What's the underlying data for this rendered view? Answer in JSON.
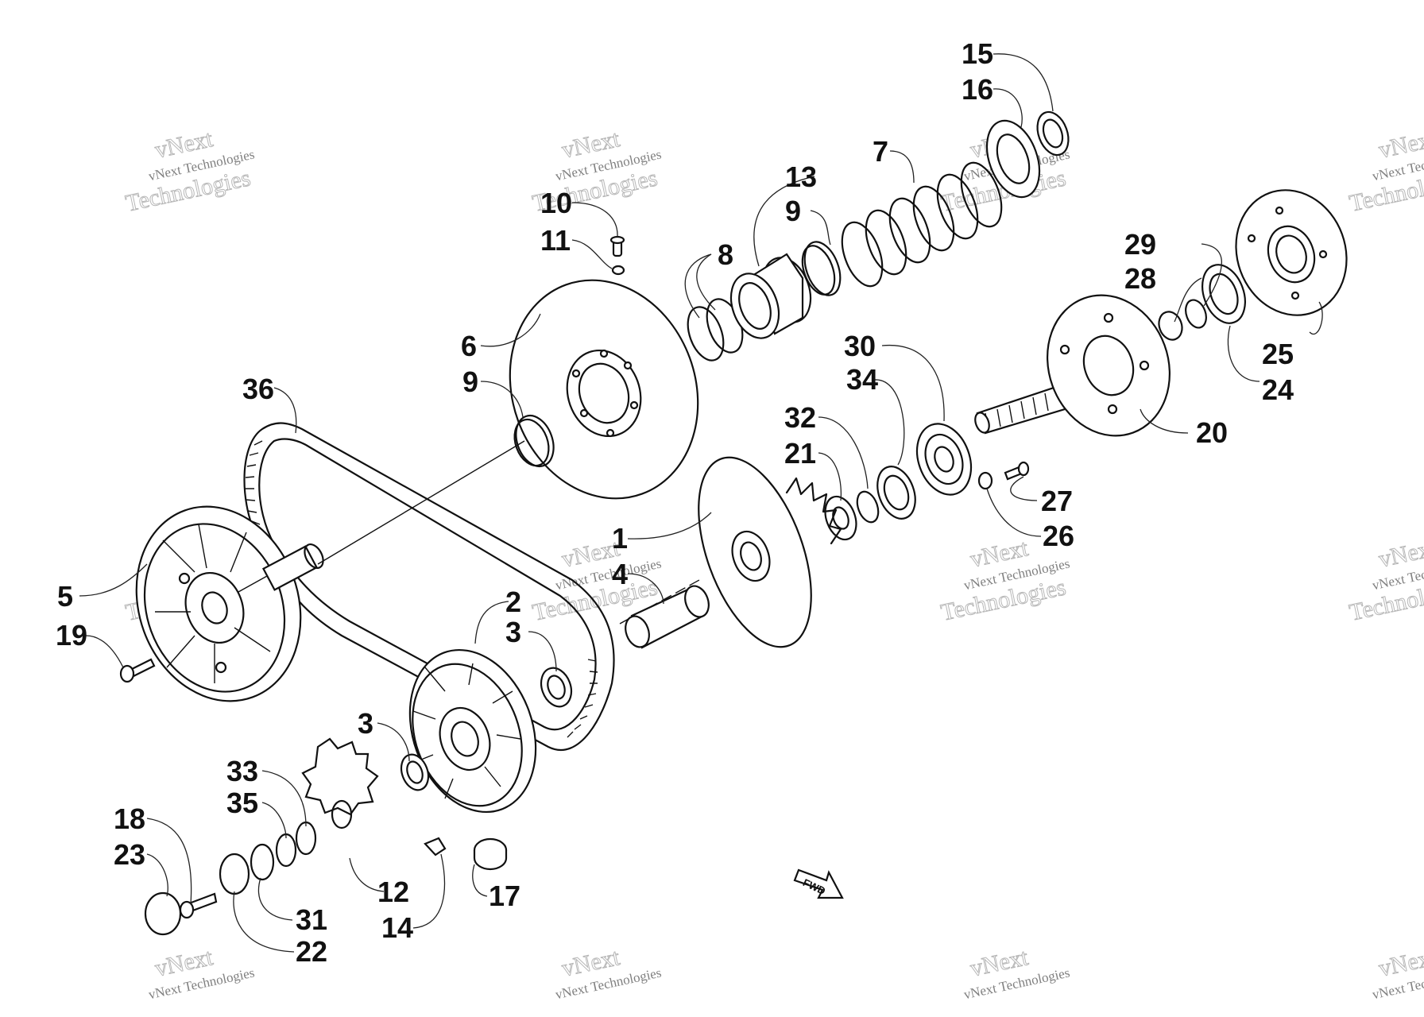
{
  "watermark": {
    "brand": "vNext",
    "line1": "vNext Technologies",
    "line2": "Technologies"
  },
  "fwd_label": "FWD",
  "callouts": {
    "c1": "1",
    "c2": "2",
    "c3a": "3",
    "c3b": "3",
    "c4": "4",
    "c5": "5",
    "c6": "6",
    "c7": "7",
    "c8": "8",
    "c9a": "9",
    "c9b": "9",
    "c10": "10",
    "c11": "11",
    "c12": "12",
    "c13": "13",
    "c14": "14",
    "c15": "15",
    "c16": "16",
    "c17": "17",
    "c18": "18",
    "c19": "19",
    "c20": "20",
    "c21": "21",
    "c22": "22",
    "c23": "23",
    "c24": "24",
    "c25": "25",
    "c26": "26",
    "c27": "27",
    "c28": "28",
    "c29": "29",
    "c30": "30",
    "c31": "31",
    "c32": "32",
    "c33": "33",
    "c34": "34",
    "c35": "35",
    "c36": "36"
  }
}
